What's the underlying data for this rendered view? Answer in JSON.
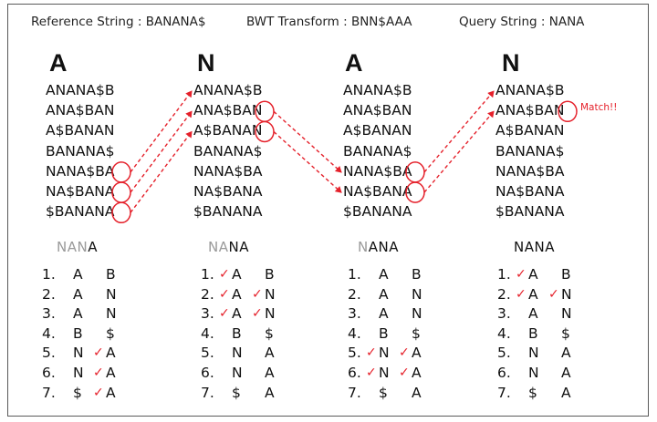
{
  "header": {
    "reference": "Reference String : BANANA$",
    "bwt": "BWT Transform : BNN$AAA",
    "query": "Query String : NANA"
  },
  "rotations": [
    "ANANA$B",
    "ANA$BAN",
    "A$BANAN",
    "BANANA$",
    "NANA$BA",
    "NA$BANA",
    "$BANANA"
  ],
  "columns": [
    {
      "letter": "A",
      "query_dim": "NAN",
      "query_on": "A"
    },
    {
      "letter": "N",
      "query_dim": "NA",
      "query_on": "NA"
    },
    {
      "letter": "A",
      "query_dim": "N",
      "query_on": "ANA"
    },
    {
      "letter": "N",
      "query_dim": "",
      "query_on": "NANA"
    }
  ],
  "table": {
    "numbers": [
      "1.",
      "2.",
      "3.",
      "4.",
      "5.",
      "6.",
      "7."
    ],
    "first": [
      "A",
      "A",
      "A",
      "B",
      "N",
      "N",
      "$"
    ],
    "last": [
      "B",
      "N",
      "N",
      "$",
      "A",
      "A",
      "A"
    ]
  },
  "checks": [
    {
      "first": [],
      "last": [
        5,
        6,
        7
      ]
    },
    {
      "first": [
        1,
        2,
        3
      ],
      "last": [
        2,
        3
      ]
    },
    {
      "first": [
        5,
        6
      ],
      "last": [
        5,
        6
      ]
    },
    {
      "first": [
        1,
        2
      ],
      "last": [
        2
      ]
    }
  ],
  "match_label": "Match!!",
  "colors": {
    "accent": "#e5212b",
    "text": "#111111",
    "dim": "#9a9a9a",
    "frame": "#5a5a5a"
  }
}
